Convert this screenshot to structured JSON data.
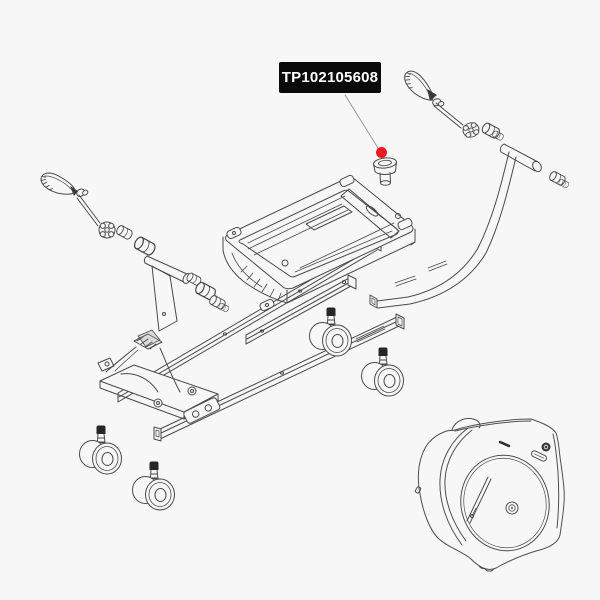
{
  "page": {
    "background_color": "#f7f7f7"
  },
  "callout": {
    "part_number": "TP102105608",
    "label_bg": "#0a0a0a",
    "label_text_color": "#ffffff",
    "marker_color": "#ec1b23",
    "marker_shape": "dot"
  },
  "diagram": {
    "kind": "exploded-parts-diagram",
    "subject": "bike travel case rolling base assembly",
    "line_color": "#4a4a4a",
    "highlighted_part": "locking-knob",
    "parts": [
      {
        "name": "quick-release-skewer-left"
      },
      {
        "name": "wing-nut-left"
      },
      {
        "name": "spacer-set-left"
      },
      {
        "name": "support-bracket-left"
      },
      {
        "name": "platform-tray"
      },
      {
        "name": "locking-knob"
      },
      {
        "name": "quick-release-skewer-right"
      },
      {
        "name": "spacer-set-right"
      },
      {
        "name": "t-handle-tube"
      },
      {
        "name": "frame-rail-upper"
      },
      {
        "name": "frame-rail-middle"
      },
      {
        "name": "frame-rail-lower"
      },
      {
        "name": "foot-stand"
      },
      {
        "name": "swivel-caster-1"
      },
      {
        "name": "swivel-caster-2"
      },
      {
        "name": "swivel-caster-3"
      },
      {
        "name": "swivel-caster-4"
      },
      {
        "name": "assembled-travel-case-reference"
      }
    ]
  }
}
